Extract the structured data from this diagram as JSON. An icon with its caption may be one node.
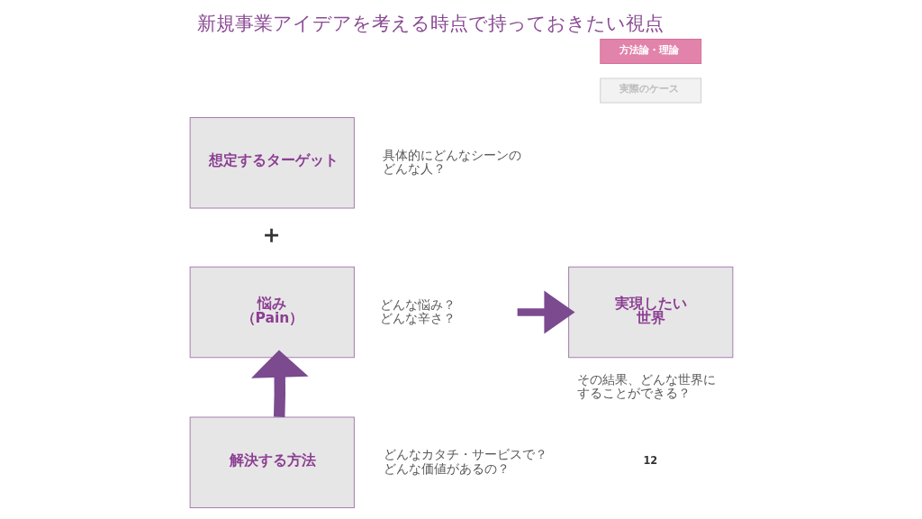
{
  "diagram": {
    "title": "新規事業アイデアを考える時点で持っておきたい視点",
    "nodes": [
      {
        "text": [
          "方法論・理論"
        ]
      },
      {
        "text": [
          "実際のケース"
        ]
      },
      {
        "text": [
          "想定するターゲット"
        ],
        "beside": [
          "具体的にどんなシーンのどんな人？"
        ]
      },
      {
        "text": [
          "悩み（Pain）"
        ],
        "beside": [
          "どんな悩み？どんな辛さ？"
        ]
      },
      {
        "text": [
          "解決する方法"
        ],
        "beside": [
          "どんなカタチ・サービスで？どんな価値があるの？"
        ]
      },
      {
        "text": [
          "実現したい世界"
        ],
        "beside": [
          "その結果、どんな世界にすることができる？"
        ]
      }
    ],
    "edges": [
      {
        "from": 4,
        "to": 3,
        "arrow": "to"
      },
      {
        "from": null,
        "to": 5,
        "arrow": "to"
      }
    ],
    "labels": [
      "＋",
      "12"
    ]
  }
}
